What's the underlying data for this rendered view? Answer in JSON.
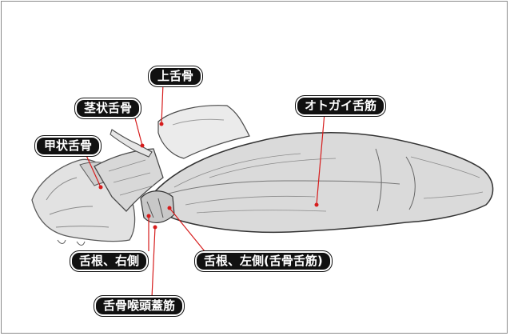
{
  "figure": {
    "labels": {
      "hyoid": "上舌骨",
      "styloglossus": "茎状舌骨",
      "thyroglossal": "甲状舌骨",
      "genioglossus": "オトガイ舌筋",
      "root_right": "舌根、右側",
      "root_left": "舌根、左側(舌骨舌筋)",
      "hyoepiglottic": "舌骨喉頭蓋筋"
    }
  }
}
